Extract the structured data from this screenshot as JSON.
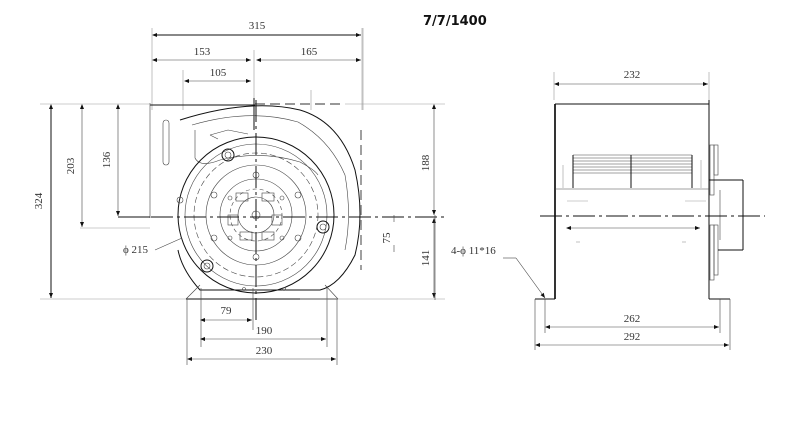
{
  "title": "7/7/1400",
  "front_view": {
    "dimensions": {
      "overall_width": "315",
      "left_offset": "153",
      "right_offset": "165",
      "inner_offset": "105",
      "overall_height": "324",
      "height_upper": "203",
      "height_inner": "136",
      "right_upper": "188",
      "right_lower": "141",
      "right_small": "75",
      "outlet_diameter": "ϕ 215",
      "base_79": "79",
      "base_190": "190",
      "base_230": "230"
    }
  },
  "side_view": {
    "dimensions": {
      "width_top": "232",
      "base_inner": "262",
      "base_outer": "292",
      "mounting_holes": "4-ϕ 11*16"
    }
  }
}
